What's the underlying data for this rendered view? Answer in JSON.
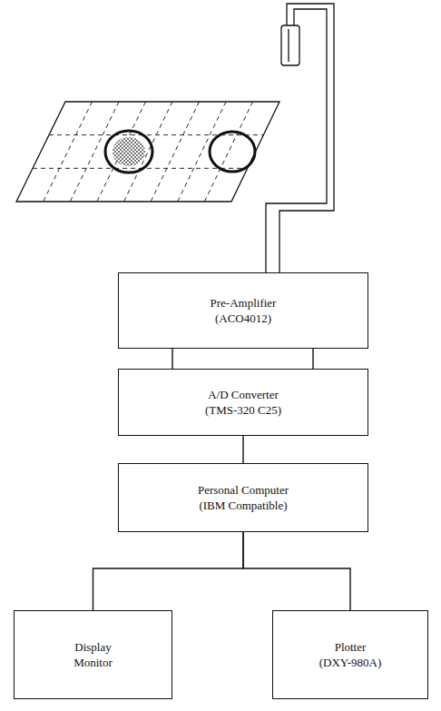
{
  "diagram": {
    "nodes": [
      {
        "text": [
          "Pre-Amplifier",
          "(ACO4012)"
        ]
      },
      {
        "text": [
          "A/D Converter",
          "(TMS-320 C25)"
        ]
      },
      {
        "text": [
          "Personal Computer",
          "(IBM Compatible)"
        ]
      },
      {
        "text": [
          "Display Monitor"
        ]
      },
      {
        "text": [
          "Plotter",
          "(DXY-980A)"
        ]
      }
    ],
    "edges": [
      {
        "from": 0,
        "to": 1,
        "arrow": "none"
      },
      {
        "from": 1,
        "to": 2,
        "arrow": "none"
      },
      {
        "from": 2,
        "to": 3,
        "arrow": "none"
      },
      {
        "from": 2,
        "to": 4,
        "arrow": "none"
      }
    ]
  }
}
